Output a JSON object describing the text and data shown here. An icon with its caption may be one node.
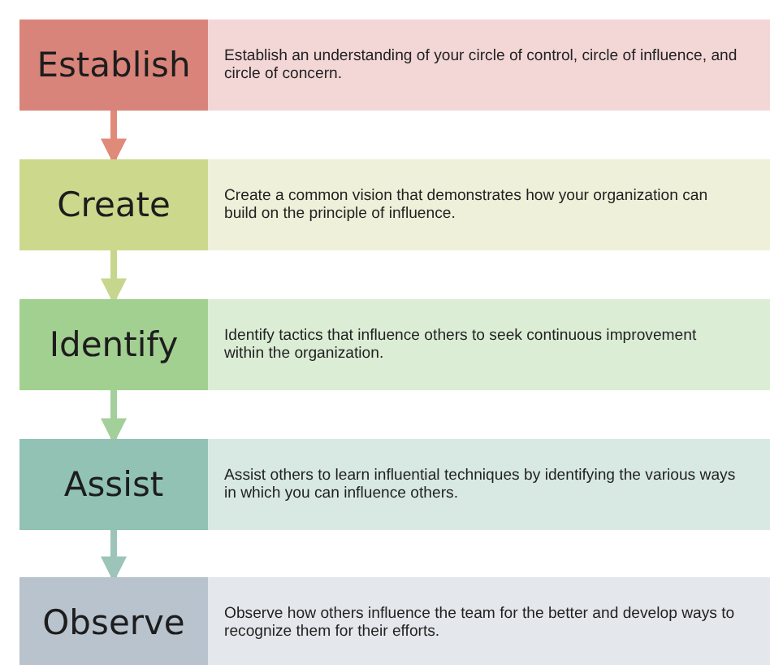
{
  "diagram": {
    "nodes": [
      {
        "text": [
          "Establish"
        ]
      },
      {
        "text": [
          "Establish an understanding of your circle of control, circle of influence, and circle of concern."
        ]
      },
      {
        "text": [
          "Create"
        ]
      },
      {
        "text": [
          "Create a common vision that demonstrates how your organization can build on the principle of influence."
        ]
      },
      {
        "text": [
          "Identify"
        ]
      },
      {
        "text": [
          "Identify tactics that influence others to seek continuous improvement within the organization."
        ]
      },
      {
        "text": [
          "Assist"
        ]
      },
      {
        "text": [
          "Assist others to learn influential techniques by identifying the various ways in which you can influence others."
        ]
      },
      {
        "text": [
          "Observe"
        ]
      },
      {
        "text": [
          "Observe how others influence the team for the better and develop ways to recognize them for their efforts."
        ]
      }
    ],
    "edges": [
      {
        "from": 0,
        "to": 2,
        "arrow": "to",
        "color": "#e08a7a"
      },
      {
        "from": 2,
        "to": 4,
        "arrow": "to",
        "color": "#c6d68c"
      },
      {
        "from": 4,
        "to": 6,
        "arrow": "to",
        "color": "#a3cf9a"
      },
      {
        "from": 6,
        "to": 8,
        "arrow": "to",
        "color": "#9cc4b8"
      }
    ]
  }
}
